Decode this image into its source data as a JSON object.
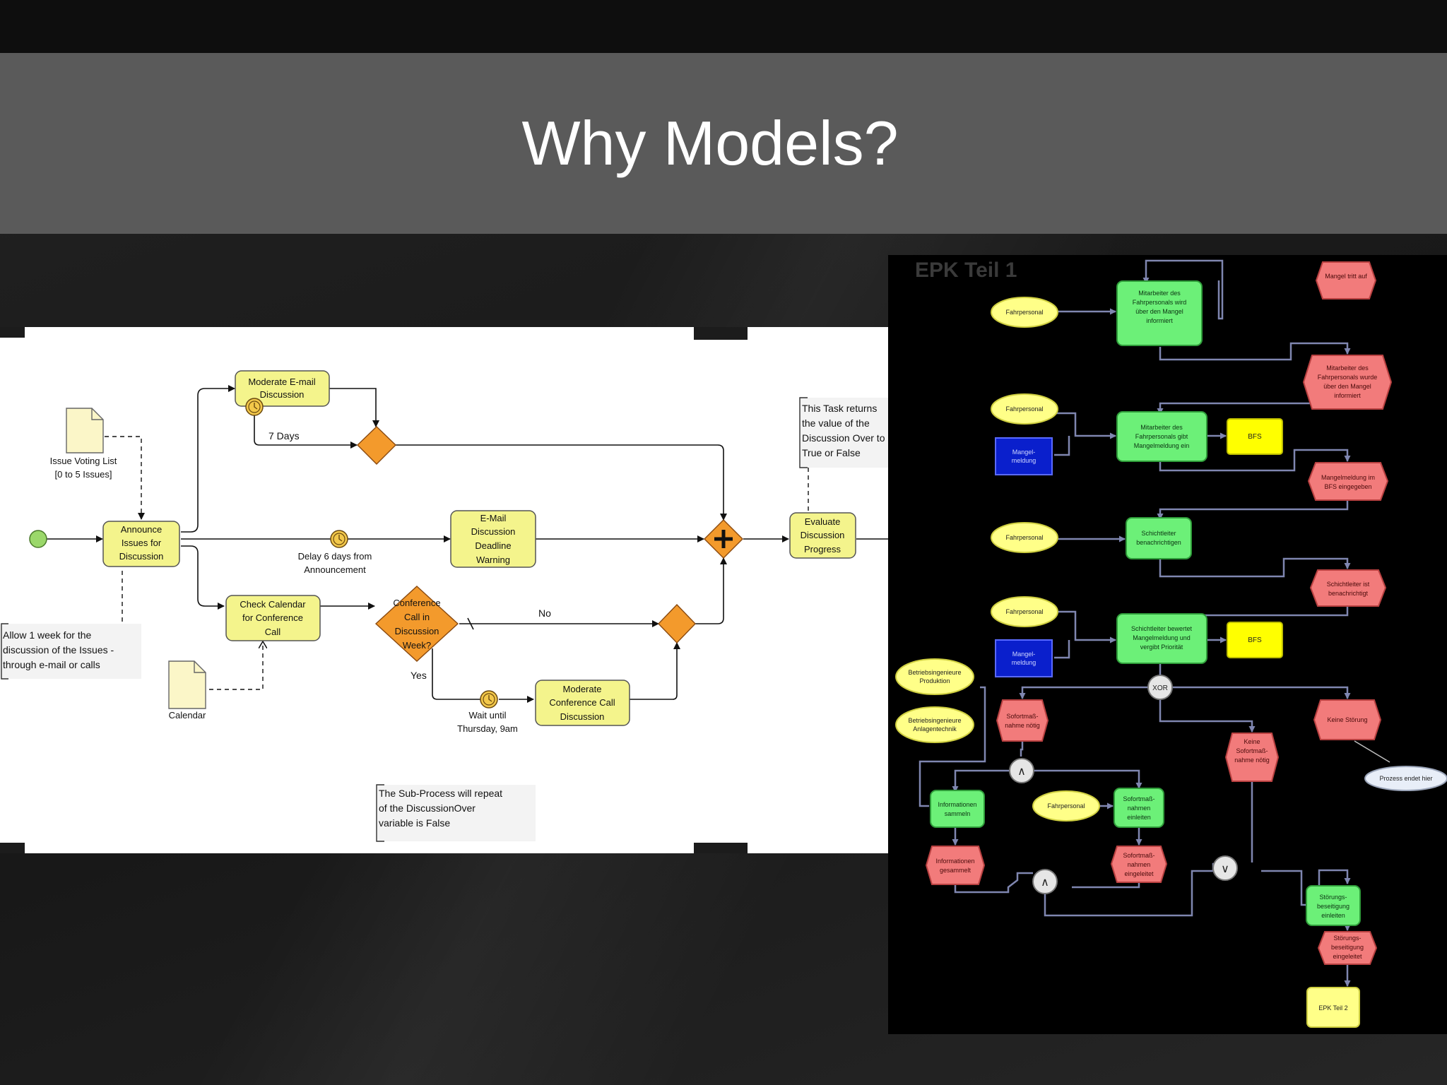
{
  "slide": {
    "title": "Why Models?"
  },
  "bpmn": {
    "tasks": {
      "moderate_email": [
        "Moderate E-mail",
        "Discussion"
      ],
      "announce": [
        "Announce",
        "Issues for",
        "Discussion"
      ],
      "email_deadline": [
        "E-Mail",
        "Discussion",
        "Deadline",
        "Warning"
      ],
      "check_calendar": [
        "Check Calendar",
        "for Conference",
        "Call"
      ],
      "moderate_conf": [
        "Moderate",
        "Conference Call",
        "Discussion"
      ],
      "evaluate": [
        "Evaluate",
        "Discussion",
        "Progress"
      ]
    },
    "gateway_question": [
      "Conference",
      "Call in",
      "Discussion",
      "Week?"
    ],
    "labels": {
      "seven_days": "7 Days",
      "delay": [
        "Delay 6 days from",
        "Announcement"
      ],
      "no": "No",
      "yes": "Yes",
      "wait": [
        "Wait until",
        "Thursday, 9am"
      ]
    },
    "data_objects": {
      "voting_list": [
        "Issue Voting List",
        "[0 to 5 Issues]"
      ],
      "calendar": "Calendar"
    },
    "annotations": {
      "allow_week": [
        "Allow 1 week for the",
        "discussion of the Issues -",
        "through e-mail or calls"
      ],
      "task_returns": [
        "This Task returns",
        "the value of the",
        "Discussion Over to",
        "True or False"
      ],
      "subprocess": [
        "The Sub-Process will repeat",
        "of the DiscussionOver",
        "variable is False"
      ]
    },
    "colors": {
      "task": "#f4f48c",
      "gateway": "#f39a2c",
      "start": "#9bd86a",
      "document": "#fbf6c8"
    }
  },
  "epk": {
    "title": "EPK Teil 1",
    "events": {
      "e1": "Mangel tritt auf",
      "e2": [
        "Mitarbeiter des",
        "Fahrpersonals wurde",
        "über den Mangel",
        "informiert"
      ],
      "e3": [
        "Mangelmeldung im",
        "BFS eingegeben"
      ],
      "e4": [
        "Schichtleiter ist",
        "benachrichtigt"
      ],
      "e5": [
        "Sofortmaß-",
        "nahme nötig"
      ],
      "e6": [
        "Keine",
        "Sofortmaß-",
        "nahme nötig"
      ],
      "e7": "Keine Störung",
      "e8": [
        "Informationen",
        "gesammelt"
      ],
      "e9": [
        "Sofortmaß-",
        "nahmen",
        "eingeleitet"
      ],
      "e10": [
        "Störungs-",
        "beseitigung",
        "eingeleitet"
      ]
    },
    "functions": {
      "f1": [
        "Mitarbeiter des",
        "Fahrpersonals wird",
        "über den Mangel",
        "informiert"
      ],
      "f2": [
        "Mitarbeiter des",
        "Fahrpersonals gibt",
        "Mangelmeldung ein"
      ],
      "f3": [
        "Schichtleiter",
        "benachrichtigen"
      ],
      "f4": [
        "Schichtleiter bewertet",
        "Mangelmeldung und",
        "vergibt Priorität"
      ],
      "f5": [
        "Informationen",
        "sammeln"
      ],
      "f6": [
        "Sofortmaß-",
        "nahmen",
        "einleiten"
      ],
      "f7": [
        "Störungs-",
        "beseitigung",
        "einleiten"
      ]
    },
    "org_units": {
      "fahrpersonal": "Fahrpersonal",
      "produktion": [
        "Betriebsingenieure",
        "Produktion"
      ],
      "anlagentechnik": [
        "Betriebsingenieure",
        "Anlagentechnik"
      ]
    },
    "info_objects": {
      "meldung": [
        "Mangel-",
        "meldung"
      ]
    },
    "systems": {
      "bfs": "BFS"
    },
    "connectors": {
      "xor": "XOR",
      "and": "∧",
      "or": "∨"
    },
    "end_note": "Prozess endet hier",
    "next_page": "EPK Teil 2",
    "colors": {
      "event": "#f27b7b",
      "function": "#6cf078",
      "org": "#ffff88",
      "info": "#0a1fcc",
      "system": "#ffff00",
      "arc": "#7f86b0"
    }
  }
}
